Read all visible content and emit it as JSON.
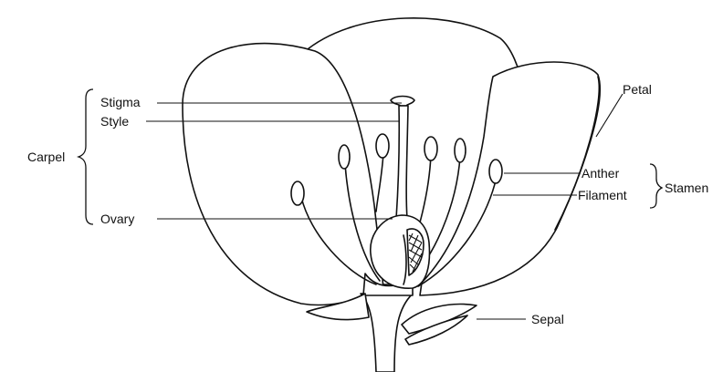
{
  "labels": {
    "carpel": "Carpel",
    "stigma": "Stigma",
    "style": "Style",
    "ovary": "Ovary",
    "petal": "Petal",
    "anther": "Anther",
    "filament": "Filament",
    "stamen": "Stamen",
    "sepal": "Sepal"
  }
}
